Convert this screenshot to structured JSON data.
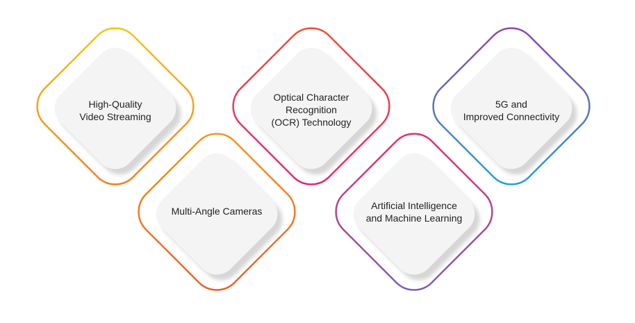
{
  "nodes": [
    {
      "id": "hq-video",
      "lines": [
        "High-Quality",
        "Video Streaming"
      ],
      "gradient": [
        "#f5c518",
        "#ee6a24"
      ]
    },
    {
      "id": "ocr",
      "lines": [
        "Optical Character",
        "Recognition",
        "(OCR) Technology"
      ],
      "gradient": [
        "#ef4a3c",
        "#e0207a"
      ]
    },
    {
      "id": "5g",
      "lines": [
        "5G and",
        "Improved Connectivity"
      ],
      "gradient": [
        "#8a3fb0",
        "#1fa7d8"
      ]
    },
    {
      "id": "multi-angle",
      "lines": [
        "Multi-Angle Cameras"
      ],
      "gradient": [
        "#f28b1e",
        "#ee5a24"
      ]
    },
    {
      "id": "ai-ml",
      "lines": [
        "Artificial Intelligence",
        "and Machine Learning"
      ],
      "gradient": [
        "#e8246e",
        "#7a5fb8"
      ]
    }
  ],
  "colors": {
    "diamond_fill": "#f3f3f3",
    "diamond_inner_shadow": "#d8d8d8",
    "text": "#222222"
  }
}
